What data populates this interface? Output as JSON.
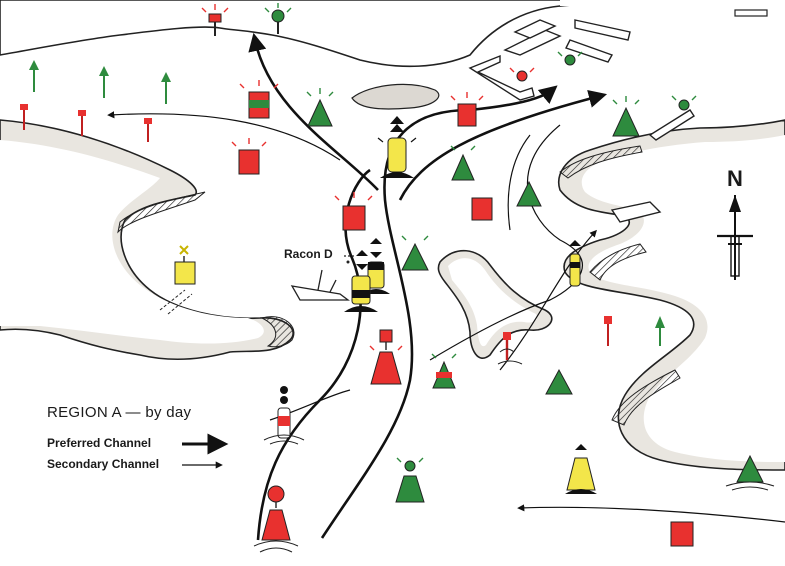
{
  "legend": {
    "title": "REGION A  —  by day",
    "preferred_label": "Preferred Channel",
    "secondary_label": "Secondary Channel"
  },
  "racon": {
    "label": "Racon  D"
  },
  "compass": {
    "label": "N"
  },
  "colors": {
    "port": "#e8312f",
    "starboard": "#2e8b3e",
    "yellow": "#f3e64a",
    "black": "#1a1a1a",
    "land_outline": "#222222",
    "sand": "#e9e6e0"
  },
  "icons": {
    "port-mark": "red square/can buoy",
    "starboard-mark": "green triangle/cone buoy",
    "light-flash": "small radiating strokes above buoys",
    "wreck": "sunken ship",
    "north-arrow": "compass arrow"
  }
}
